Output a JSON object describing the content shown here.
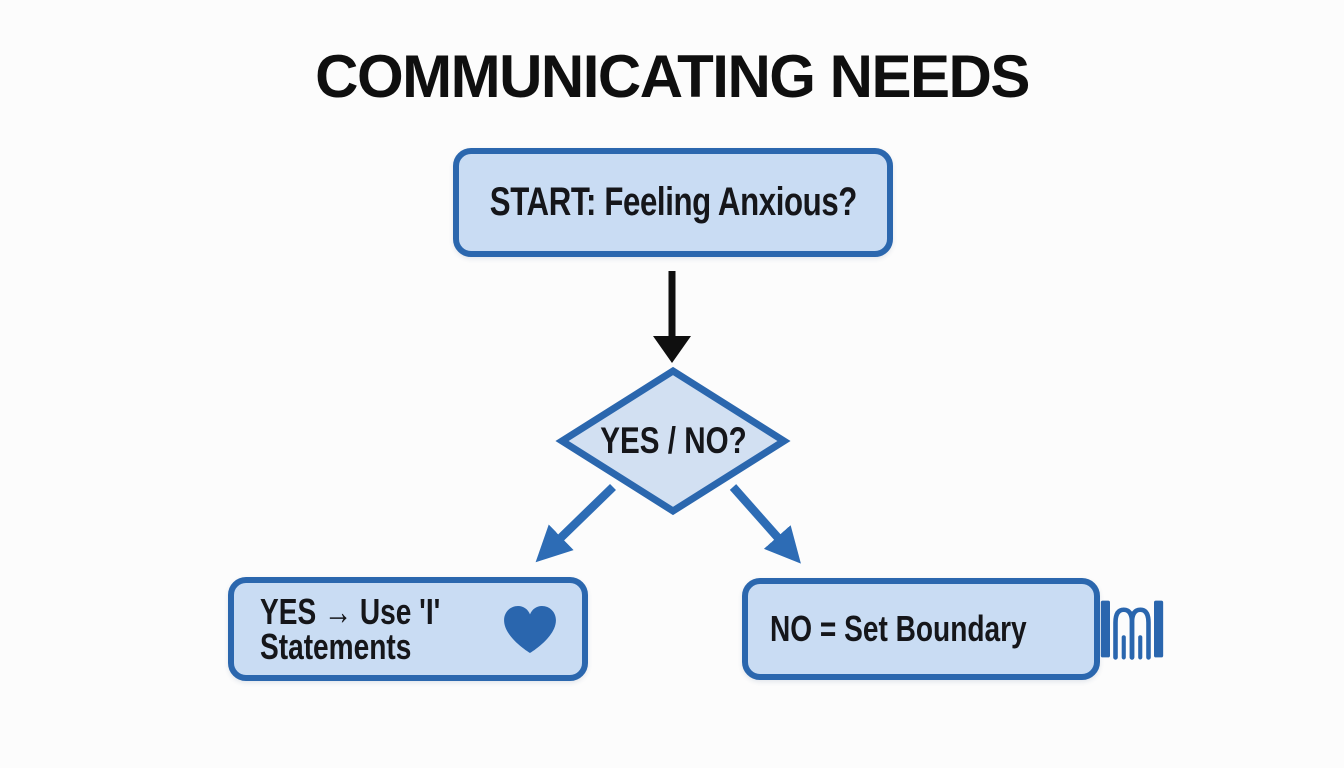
{
  "title": "COMMUNICATING NEEDS",
  "colors": {
    "background": "#fcfcfc",
    "node_fill": "#c9dcf3",
    "diamond_fill": "#d2e0f2",
    "node_border": "#2b67ae",
    "text": "#15161a",
    "black_arrow": "#0f0f0f",
    "blue_arrow": "#2d6cb5",
    "icon_blue": "#2a66ae"
  },
  "nodes": {
    "start": {
      "label": "START: Feeling Anxious?"
    },
    "decision": {
      "label": "YES / NO?"
    },
    "yes": {
      "label": "YES → Use 'I' Statements",
      "line1": "YES → Use 'I'",
      "line2": "Statements",
      "icon": "heart-icon"
    },
    "no": {
      "label": "NO = Set Boundary",
      "icon": "gate-icon"
    }
  }
}
